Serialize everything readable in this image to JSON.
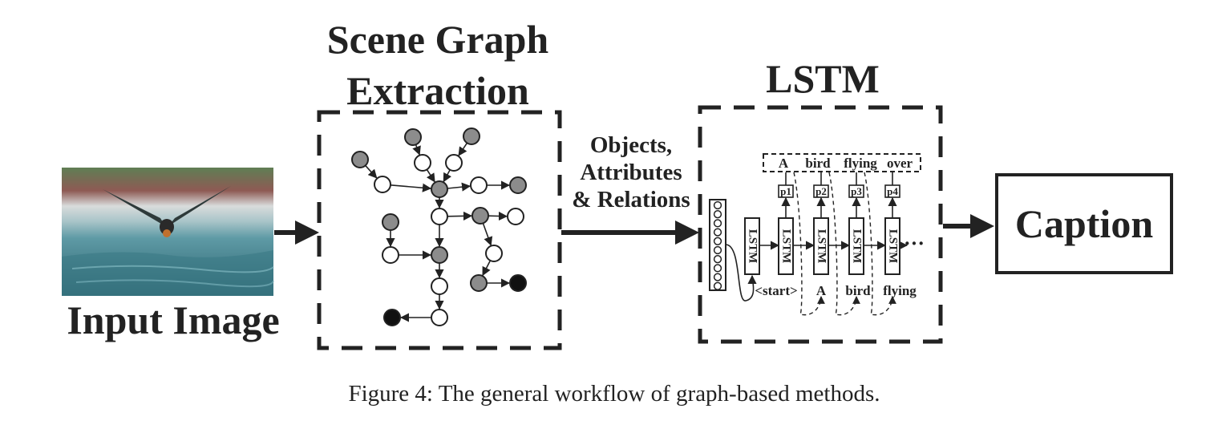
{
  "input": {
    "label": "Input Image"
  },
  "scene_graph": {
    "title_line1": "Scene Graph",
    "title_line2": "Extraction"
  },
  "flow_label": {
    "line1": "Objects,",
    "line2": "Attributes",
    "line3": "& Relations"
  },
  "lstm": {
    "title": "LSTM",
    "cell_label": "LSTM",
    "output_words": [
      "A",
      "bird",
      "flying",
      "over"
    ],
    "p_labels": [
      "p1",
      "p2",
      "p3",
      "p4"
    ],
    "input_words": [
      "<start>",
      "A",
      "bird",
      "flying"
    ],
    "ellipsis": "···"
  },
  "output": {
    "label": "Caption"
  },
  "caption": "Figure 4: The general workflow of graph-based methods.",
  "colors": {
    "ink": "#222222",
    "gray_node": "#8c8c8c",
    "black_node": "#111111",
    "white_node": "#ffffff",
    "sky_teal": "#5e9aa5",
    "water": "#2f6d7b"
  }
}
